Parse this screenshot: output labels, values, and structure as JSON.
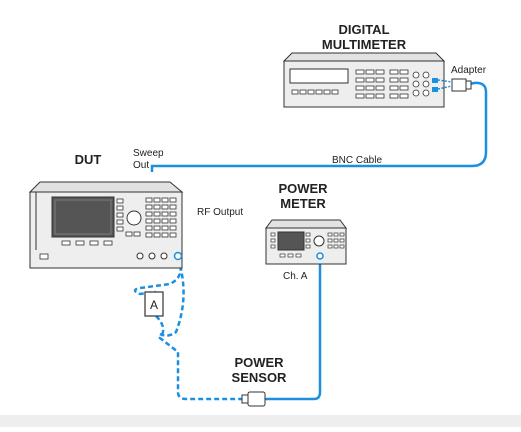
{
  "labels": {
    "dut": "DUT",
    "multimeter_line1": "DIGITAL",
    "multimeter_line2": "MULTIMETER",
    "adapter": "Adapter",
    "sweep_out_line1": "Sweep",
    "sweep_out_line2": "Out",
    "bnc_cable": "BNC Cable",
    "rf_output": "RF Output",
    "power_meter_line1": "POWER",
    "power_meter_line2": "METER",
    "channel_a": "Ch. A",
    "attenuator": "A",
    "power_sensor_line1": "POWER",
    "power_sensor_line2": "SENSOR"
  },
  "colors": {
    "cable": "#1b8fe0",
    "instrument_body": "#eeeeee",
    "outline": "#333333",
    "screen": "#555555",
    "footer_band": "#eeeeee"
  }
}
